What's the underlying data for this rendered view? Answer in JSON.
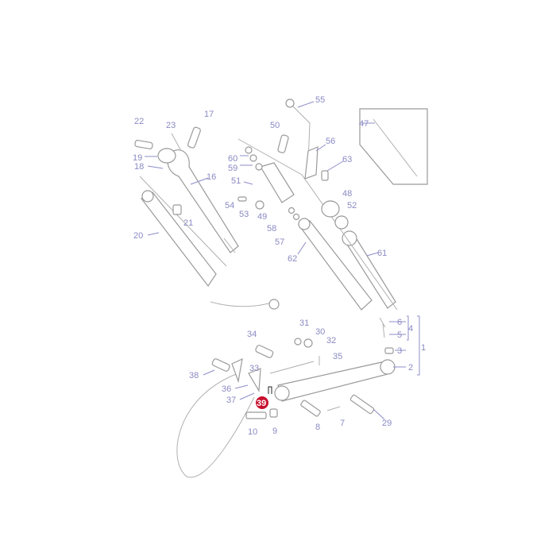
{
  "diagram": {
    "highlight_color": "#c8102e",
    "label_color": "#8a8ac4",
    "highlighted_part": "39",
    "labels": {
      "p1": "1",
      "p2": "2",
      "p3": "3",
      "p4": "4",
      "p5": "5",
      "p6": "6",
      "p7": "7",
      "p8": "8",
      "p9": "9",
      "p10": "10",
      "p16": "16",
      "p17": "17",
      "p18": "18",
      "p19": "19",
      "p20": "20",
      "p21": "21",
      "p22": "22",
      "p23": "23",
      "p29": "29",
      "p30": "30",
      "p31": "31",
      "p32": "32",
      "p33": "33",
      "p34": "34",
      "p35": "35",
      "p36": "36",
      "p37": "37",
      "p38": "38",
      "p39": "39",
      "p47": "47",
      "p48": "48",
      "p49": "49",
      "p50": "50",
      "p51": "51",
      "p52": "52",
      "p53": "53",
      "p54": "54",
      "p55": "55",
      "p56": "56",
      "p57": "57",
      "p58": "58",
      "p59": "59",
      "p60": "60",
      "p61": "61",
      "p62": "62",
      "p63": "63"
    }
  }
}
